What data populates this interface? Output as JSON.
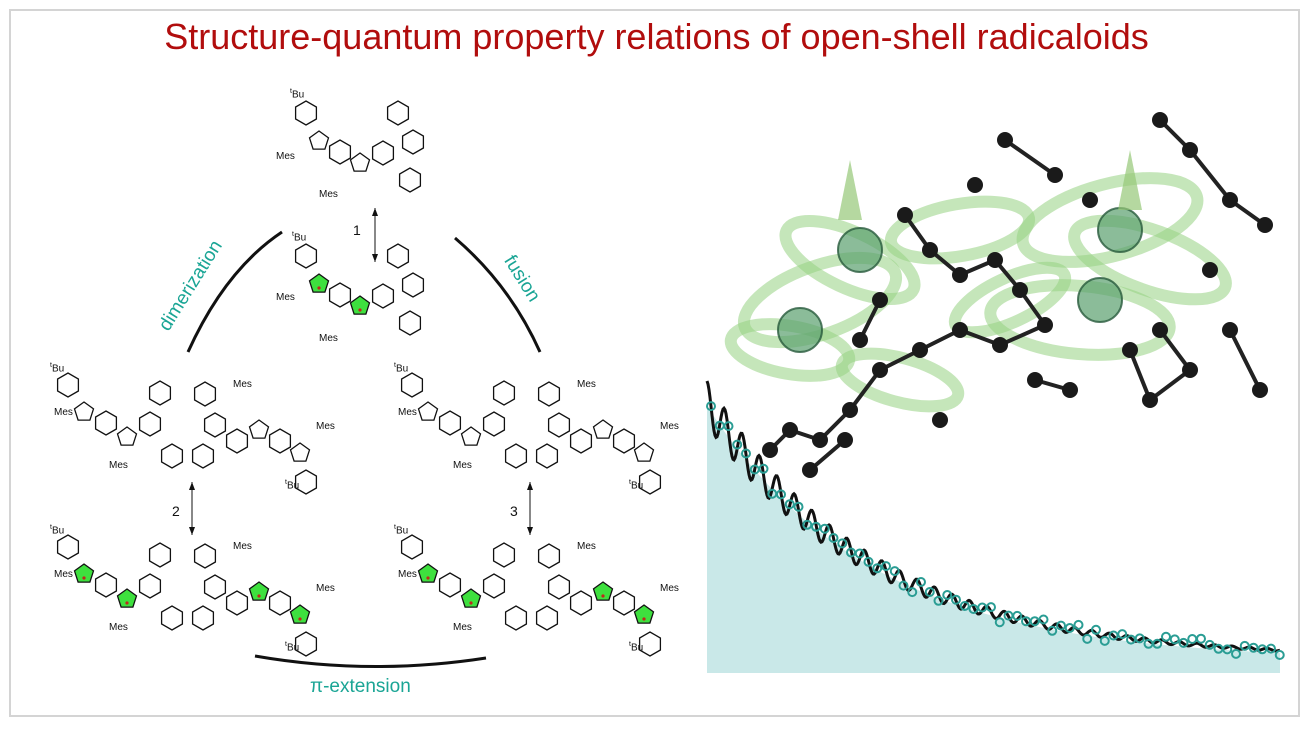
{
  "title": "Structure-quantum property relations of open-shell radicaloids",
  "labels": {
    "tbu_prefix": "t",
    "tbu": "Bu",
    "mes": "Mes"
  },
  "compounds": [
    "1",
    "2",
    "3"
  ],
  "processes": {
    "dimerization": "dimerization",
    "fusion": "fusion",
    "pi_extension": "π-extension"
  },
  "colors": {
    "title": "#b10d0d",
    "process": "#1aa595",
    "radical_ring": "#3ee03e",
    "chart_fill": "#c9e8e8",
    "chart_points": "#2a9d94"
  }
}
